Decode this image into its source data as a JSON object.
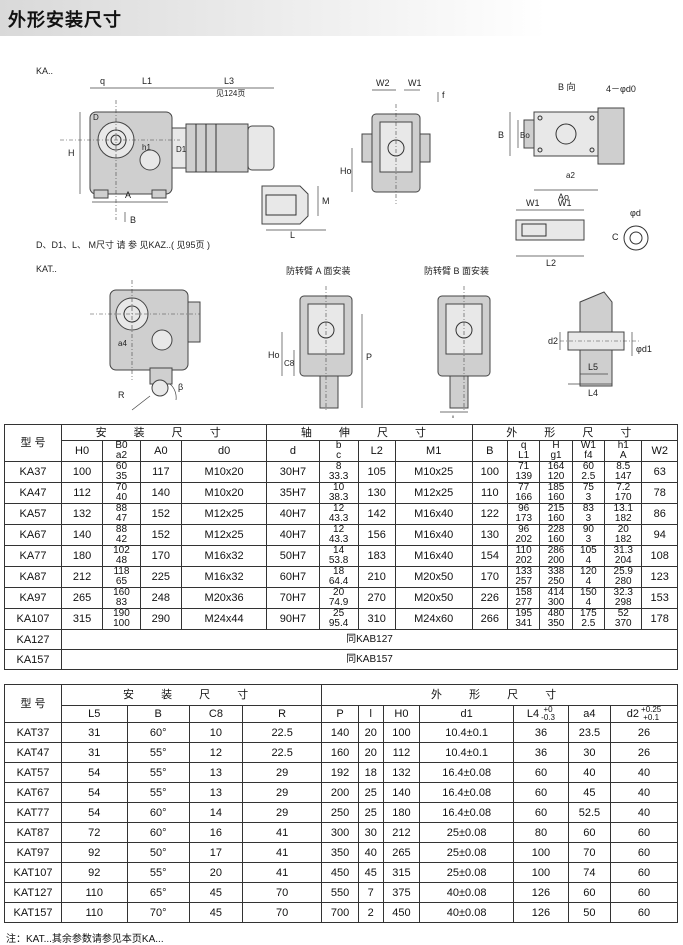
{
  "title": "外形安装尺寸",
  "drawing": {
    "ka_label": "KA..",
    "kat_label": "KAT..",
    "ref_l3_note": "见124页",
    "d_note": "D、D1、L、 M尺寸 请 参 见KAZ..( 见95页 )",
    "b_view": "B 向",
    "hole_label": "4－φd0",
    "torque_a": "防转臂 A 面安装",
    "torque_b": "防转臂 B 面安装",
    "dims": {
      "q": "q",
      "L1": "L1",
      "L3": "L3",
      "H": "H",
      "A": "A",
      "B": "B",
      "W2": "W2",
      "W1": "W1",
      "f": "f",
      "Ho": "Ho",
      "Bo": "Bo",
      "a2": "a2",
      "Ao": "Ao",
      "D": "D",
      "L": "L",
      "M": "M",
      "D1": "D1",
      "h1": "h1",
      "phi_d": "φd",
      "C": "C",
      "L2": "L2",
      "W1b": "W1",
      "Wc": "W1",
      "P": "P",
      "C8": "C8",
      "l": "l",
      "R": "R",
      "beta": "β",
      "a4": "a4",
      "d2": "d2",
      "d1": "φd1",
      "L5": "L5",
      "L4": "L4"
    }
  },
  "table1": {
    "model_header": "型 号",
    "groups": [
      "安 装 尺 寸",
      "轴 伸 尺 寸",
      "外 形 尺 寸"
    ],
    "cols": [
      "H0",
      "B0|a2",
      "A0",
      "d0",
      "d",
      "b|c",
      "L2",
      "M1",
      "B",
      "q|L1",
      "H|g1",
      "W1|f4",
      "h1|A",
      "W2"
    ],
    "rows": [
      [
        "KA37",
        "100",
        "60|35",
        "117",
        "M10x20",
        "30H7",
        "8|33.3",
        "105",
        "M10x25",
        "100",
        "71|139",
        "164|120",
        "60|2.5",
        "8.5|147",
        "63"
      ],
      [
        "KA47",
        "112",
        "70|40",
        "140",
        "M10x20",
        "35H7",
        "10|38.3",
        "130",
        "M12x25",
        "110",
        "77|166",
        "185|160",
        "75|3",
        "7.2|170",
        "78"
      ],
      [
        "KA57",
        "132",
        "88|47",
        "152",
        "M12x25",
        "40H7",
        "12|43.3",
        "142",
        "M16x40",
        "122",
        "96|173",
        "215|160",
        "83|3",
        "13.1|182",
        "86"
      ],
      [
        "KA67",
        "140",
        "88|42",
        "152",
        "M12x25",
        "40H7",
        "12|43.3",
        "156",
        "M16x40",
        "130",
        "96|202",
        "228|160",
        "90|3",
        "20|182",
        "94"
      ],
      [
        "KA77",
        "180",
        "102|48",
        "170",
        "M16x32",
        "50H7",
        "14|53.8",
        "183",
        "M16x40",
        "154",
        "110|202",
        "286|200",
        "105|4",
        "31.3|204",
        "108"
      ],
      [
        "KA87",
        "212",
        "118|65",
        "225",
        "M16x32",
        "60H7",
        "18|64.4",
        "210",
        "M20x50",
        "170",
        "133|257",
        "338|250",
        "120|4",
        "25.9|280",
        "123"
      ],
      [
        "KA97",
        "265",
        "160|83",
        "248",
        "M20x36",
        "70H7",
        "20|74.9",
        "270",
        "M20x50",
        "226",
        "158|277",
        "414|300",
        "150|4",
        "32.3|298",
        "153"
      ],
      [
        "KA107",
        "315",
        "190|100",
        "290",
        "M24x44",
        "90H7",
        "25|95.4",
        "310",
        "M24x60",
        "266",
        "195|341",
        "480|350",
        "175|2.5",
        "52|370",
        "178"
      ]
    ],
    "same_rows": [
      [
        "KA127",
        "同KAB127"
      ],
      [
        "KA157",
        "同KAB157"
      ]
    ]
  },
  "table2": {
    "model_header": "型 号",
    "groups": [
      "安 装 尺 寸",
      "外 形 尺 寸"
    ],
    "cols": [
      "L5",
      "B",
      "C8",
      "R",
      "P",
      "l",
      "H0",
      "d1",
      "L4",
      "a4",
      "d2"
    ],
    "l4_tol": [
      "+0",
      "-0.3"
    ],
    "d2_tol": [
      "+0.25",
      "+0.1"
    ],
    "rows": [
      [
        "KAT37",
        "31",
        "60°",
        "10",
        "22.5",
        "140",
        "20",
        "100",
        "10.4±0.1",
        "36",
        "23.5",
        "26"
      ],
      [
        "KAT47",
        "31",
        "55°",
        "12",
        "22.5",
        "160",
        "20",
        "112",
        "10.4±0.1",
        "36",
        "30",
        "26"
      ],
      [
        "KAT57",
        "54",
        "55°",
        "13",
        "29",
        "192",
        "18",
        "132",
        "16.4±0.08",
        "60",
        "40",
        "40"
      ],
      [
        "KAT67",
        "54",
        "55°",
        "13",
        "29",
        "200",
        "25",
        "140",
        "16.4±0.08",
        "60",
        "45",
        "40"
      ],
      [
        "KAT77",
        "54",
        "60°",
        "14",
        "29",
        "250",
        "25",
        "180",
        "16.4±0.08",
        "60",
        "52.5",
        "40"
      ],
      [
        "KAT87",
        "72",
        "60°",
        "16",
        "41",
        "300",
        "30",
        "212",
        "25±0.08",
        "80",
        "60",
        "60"
      ],
      [
        "KAT97",
        "92",
        "50°",
        "17",
        "41",
        "350",
        "40",
        "265",
        "25±0.08",
        "100",
        "70",
        "60"
      ],
      [
        "KAT107",
        "92",
        "55°",
        "20",
        "41",
        "450",
        "45",
        "315",
        "25±0.08",
        "100",
        "74",
        "60"
      ],
      [
        "KAT127",
        "110",
        "65°",
        "45",
        "70",
        "550",
        "7",
        "375",
        "40±0.08",
        "126",
        "60",
        "60"
      ],
      [
        "KAT157",
        "110",
        "70°",
        "45",
        "70",
        "700",
        "2",
        "450",
        "40±0.08",
        "126",
        "50",
        "60"
      ]
    ]
  },
  "note": "注：KAT...其余参数请参见本页KA..."
}
